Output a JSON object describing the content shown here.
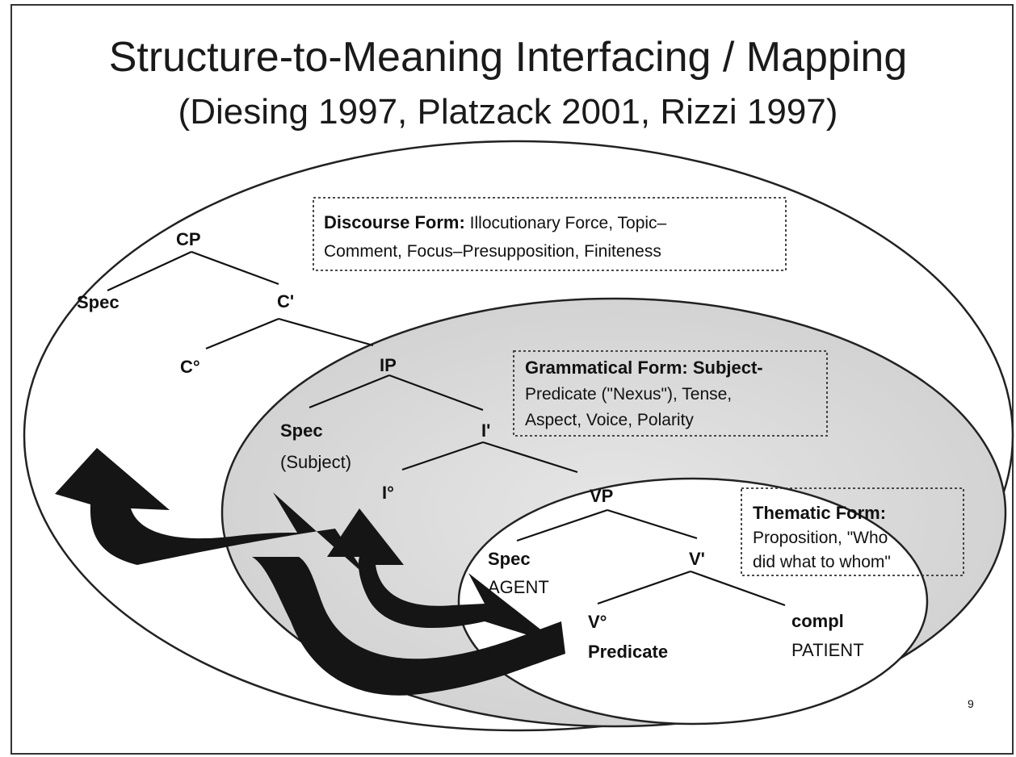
{
  "slide": {
    "title": "Structure-to-Meaning Interfacing / Mapping",
    "subtitle": "(Diesing 1997, Platzack 2001, Rizzi 1997)",
    "page_number": "9"
  },
  "tree": {
    "cp": "CP",
    "cp_spec": "Spec",
    "c_bar": "C'",
    "c_head": "C°",
    "ip": "IP",
    "ip_spec": "Spec",
    "ip_spec_role": "(Subject)",
    "i_bar": "I'",
    "i_head": "I°",
    "vp": "VP",
    "vp_spec": "Spec",
    "vp_spec_role": "AGENT",
    "v_bar": "V'",
    "v_head": "V°",
    "v_head_role": "Predicate",
    "compl": "compl",
    "compl_role": "PATIENT"
  },
  "boxes": {
    "discourse": {
      "label": "Discourse Form:",
      "text_line1": " Illocutionary Force, Topic–",
      "line2": "Comment, Focus–Presupposition, Finiteness"
    },
    "grammatical": {
      "label": "Grammatical Form:",
      "text_line1": " Subject-",
      "line2": "Predicate (\"Nexus\"), Tense,",
      "line3": "Aspect, Voice, Polarity"
    },
    "thematic": {
      "label": "Thematic Form:",
      "line2": "Proposition, \"Who",
      "line3": "did what to whom\""
    }
  },
  "colors": {
    "outer_ellipse_fill": "#ffffff",
    "middle_ellipse_fill": "#dcdcdc",
    "inner_ellipse_fill": "#ffffff",
    "arrow_fill": "#151515"
  }
}
